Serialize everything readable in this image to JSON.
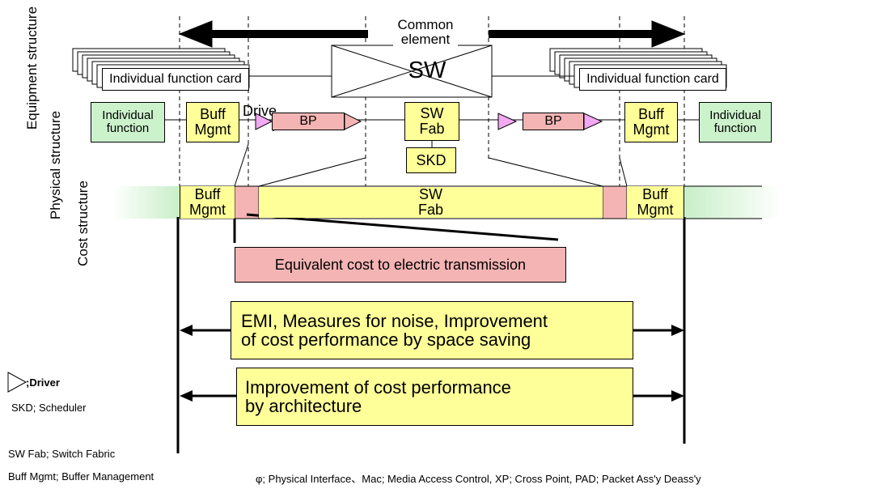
{
  "axis_labels": {
    "equipment": "Equipment structure",
    "physical": "Physical structure",
    "cost": "Cost structure"
  },
  "equipment": {
    "common_element": "Common\nelement",
    "sw": "SW",
    "card_left": "Individual function card",
    "card_right": "Individual function card"
  },
  "physical": {
    "individual_function_left": "Individual\nfunction",
    "individual_function_right": "Individual\nfunction",
    "buff_mgmt_left": "Buff\nMgmt",
    "buff_mgmt_right": "Buff\nMgmt",
    "driver_label": "Drive\nr",
    "bp_left": "BP",
    "bp_right": "BP",
    "sw_fab": "SW\nFab",
    "skd": "SKD"
  },
  "cost": {
    "buff_mgmt_left": "Buff\nMgmt",
    "buff_mgmt_right": "Buff\nMgmt",
    "sw_fab": "SW\nFab",
    "equivalent_cost": "Equivalent cost to electric transmission"
  },
  "benefits": {
    "emi": "EMI, Measures for noise, Improvement\nof cost performance by space saving",
    "architecture": "Improvement of cost performance\nby architecture"
  },
  "legend": {
    "driver": ";Driver",
    "skd": "SKD; Scheduler",
    "sw_fab": "SW Fab; Switch Fabric",
    "buff_mgmt": "Buff Mgmt; Buffer Management",
    "abbreviations": "φ; Physical Interface、Mac; Media Access Control, XP; Cross Point, PAD; Packet Ass'y Deass'y"
  },
  "colors": {
    "green": "#ccf2cc",
    "yellow": "#ffff99",
    "pink": "#f4b4b4",
    "violet": "#f2a8f2"
  }
}
